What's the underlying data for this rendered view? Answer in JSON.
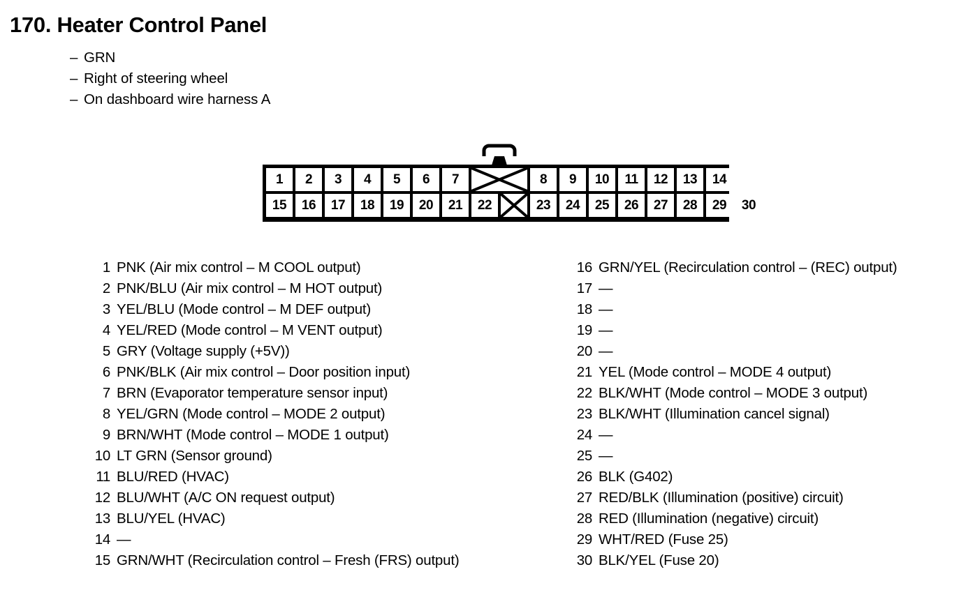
{
  "header": {
    "number": "170.",
    "title": "170.  Heater Control Panel",
    "bullet_marker": "–",
    "bullets": [
      "GRN",
      "Right of steering wheel",
      "On dashboard wire harness A"
    ]
  },
  "connector": {
    "top_row": [
      "1",
      "2",
      "3",
      "4",
      "5",
      "6",
      "7"
    ],
    "top_row_after_blank": [
      "8",
      "9",
      "10",
      "11",
      "12",
      "13",
      "14"
    ],
    "bottom_row": [
      "15",
      "16",
      "17",
      "18",
      "19",
      "20",
      "21",
      "22"
    ],
    "bottom_row_after_blank": [
      "23",
      "24",
      "25",
      "26",
      "27",
      "28",
      "29",
      "30"
    ],
    "blank_cells": [
      {
        "name": "top-blank-crossed-cell",
        "row": "top",
        "width_cells": 2
      },
      {
        "name": "bottom-blank-crossed-cell",
        "row": "bottom",
        "width_cells": 1
      }
    ],
    "latch": "connector-latch"
  },
  "pins_left": [
    {
      "num": "1",
      "desc": "PNK (Air mix control – M COOL output)"
    },
    {
      "num": "2",
      "desc": "PNK/BLU (Air mix control – M HOT output)"
    },
    {
      "num": "3",
      "desc": "YEL/BLU (Mode control – M DEF output)"
    },
    {
      "num": "4",
      "desc": "YEL/RED (Mode control – M VENT output)"
    },
    {
      "num": "5",
      "desc": "GRY (Voltage supply (+5V))"
    },
    {
      "num": "6",
      "desc": "PNK/BLK (Air mix control – Door position input)"
    },
    {
      "num": "7",
      "desc": "BRN (Evaporator temperature sensor input)"
    },
    {
      "num": "8",
      "desc": "YEL/GRN (Mode control – MODE 2 output)"
    },
    {
      "num": "9",
      "desc": "BRN/WHT (Mode control – MODE 1 output)"
    },
    {
      "num": "10",
      "desc": "LT GRN (Sensor ground)"
    },
    {
      "num": "11",
      "desc": "BLU/RED (HVAC)"
    },
    {
      "num": "12",
      "desc": "BLU/WHT (A/C ON request output)"
    },
    {
      "num": "13",
      "desc": "BLU/YEL (HVAC)"
    },
    {
      "num": "14",
      "desc": "—"
    },
    {
      "num": "15",
      "desc": "GRN/WHT (Recirculation control – Fresh (FRS) output)"
    }
  ],
  "pins_right": [
    {
      "num": "16",
      "desc": "GRN/YEL (Recirculation control – (REC) output)"
    },
    {
      "num": "17",
      "desc": "—"
    },
    {
      "num": "18",
      "desc": "—"
    },
    {
      "num": "19",
      "desc": "—"
    },
    {
      "num": "20",
      "desc": "—"
    },
    {
      "num": "21",
      "desc": "YEL (Mode control – MODE 4 output)"
    },
    {
      "num": "22",
      "desc": "BLK/WHT (Mode control – MODE 3 output)"
    },
    {
      "num": "23",
      "desc": "BLK/WHT (Illumination cancel signal)"
    },
    {
      "num": "24",
      "desc": "—"
    },
    {
      "num": "25",
      "desc": "—"
    },
    {
      "num": "26",
      "desc": "BLK (G402)"
    },
    {
      "num": "27",
      "desc": "RED/BLK (Illumination (positive) circuit)"
    },
    {
      "num": "28",
      "desc": "RED (Illumination (negative) circuit)"
    },
    {
      "num": "29",
      "desc": "WHT/RED (Fuse 25)"
    },
    {
      "num": "30",
      "desc": "BLK/YEL (Fuse 20)"
    }
  ],
  "colors": {
    "ink": "#000000",
    "paper": "#ffffff"
  }
}
